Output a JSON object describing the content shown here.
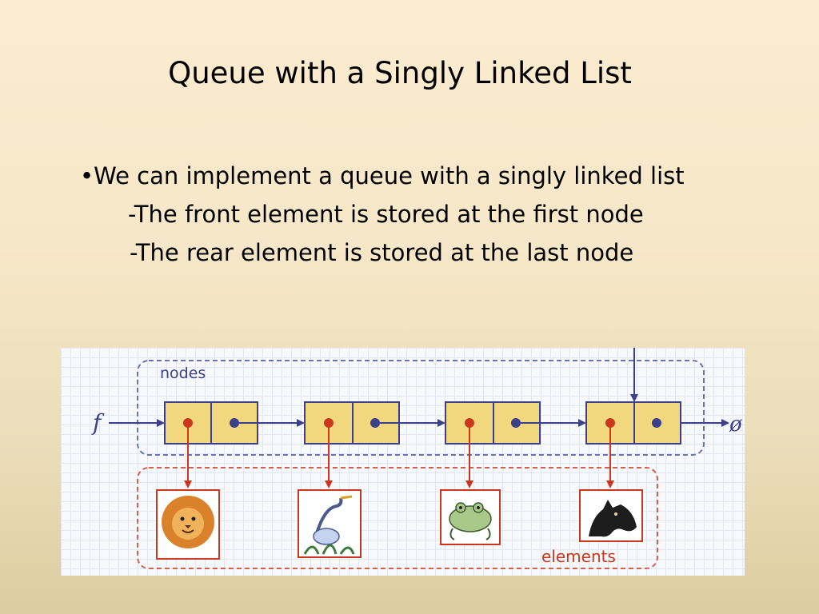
{
  "slide": {
    "title": "Queue with a Singly Linked List",
    "bullets": [
      "•We can implement a queue with a singly linked list",
      "-The front element is stored at the first node",
      "-The rear element is stored at the last node"
    ]
  },
  "diagram": {
    "nodes_label": "nodes",
    "elements_label": "elements",
    "front_pointer_label": "f",
    "rear_end_label": "ø",
    "colors": {
      "node_fill": "#f1d77d",
      "node_border": "#3b3f8c",
      "next_dot": "#3b3f8c",
      "element_dot": "#c9381a",
      "nodes_group": "#6a72b0",
      "elements_group": "#d4604a"
    },
    "elements": [
      {
        "name": "lion-picture"
      },
      {
        "name": "heron-picture"
      },
      {
        "name": "frog-picture"
      },
      {
        "name": "horse-picture"
      }
    ]
  }
}
